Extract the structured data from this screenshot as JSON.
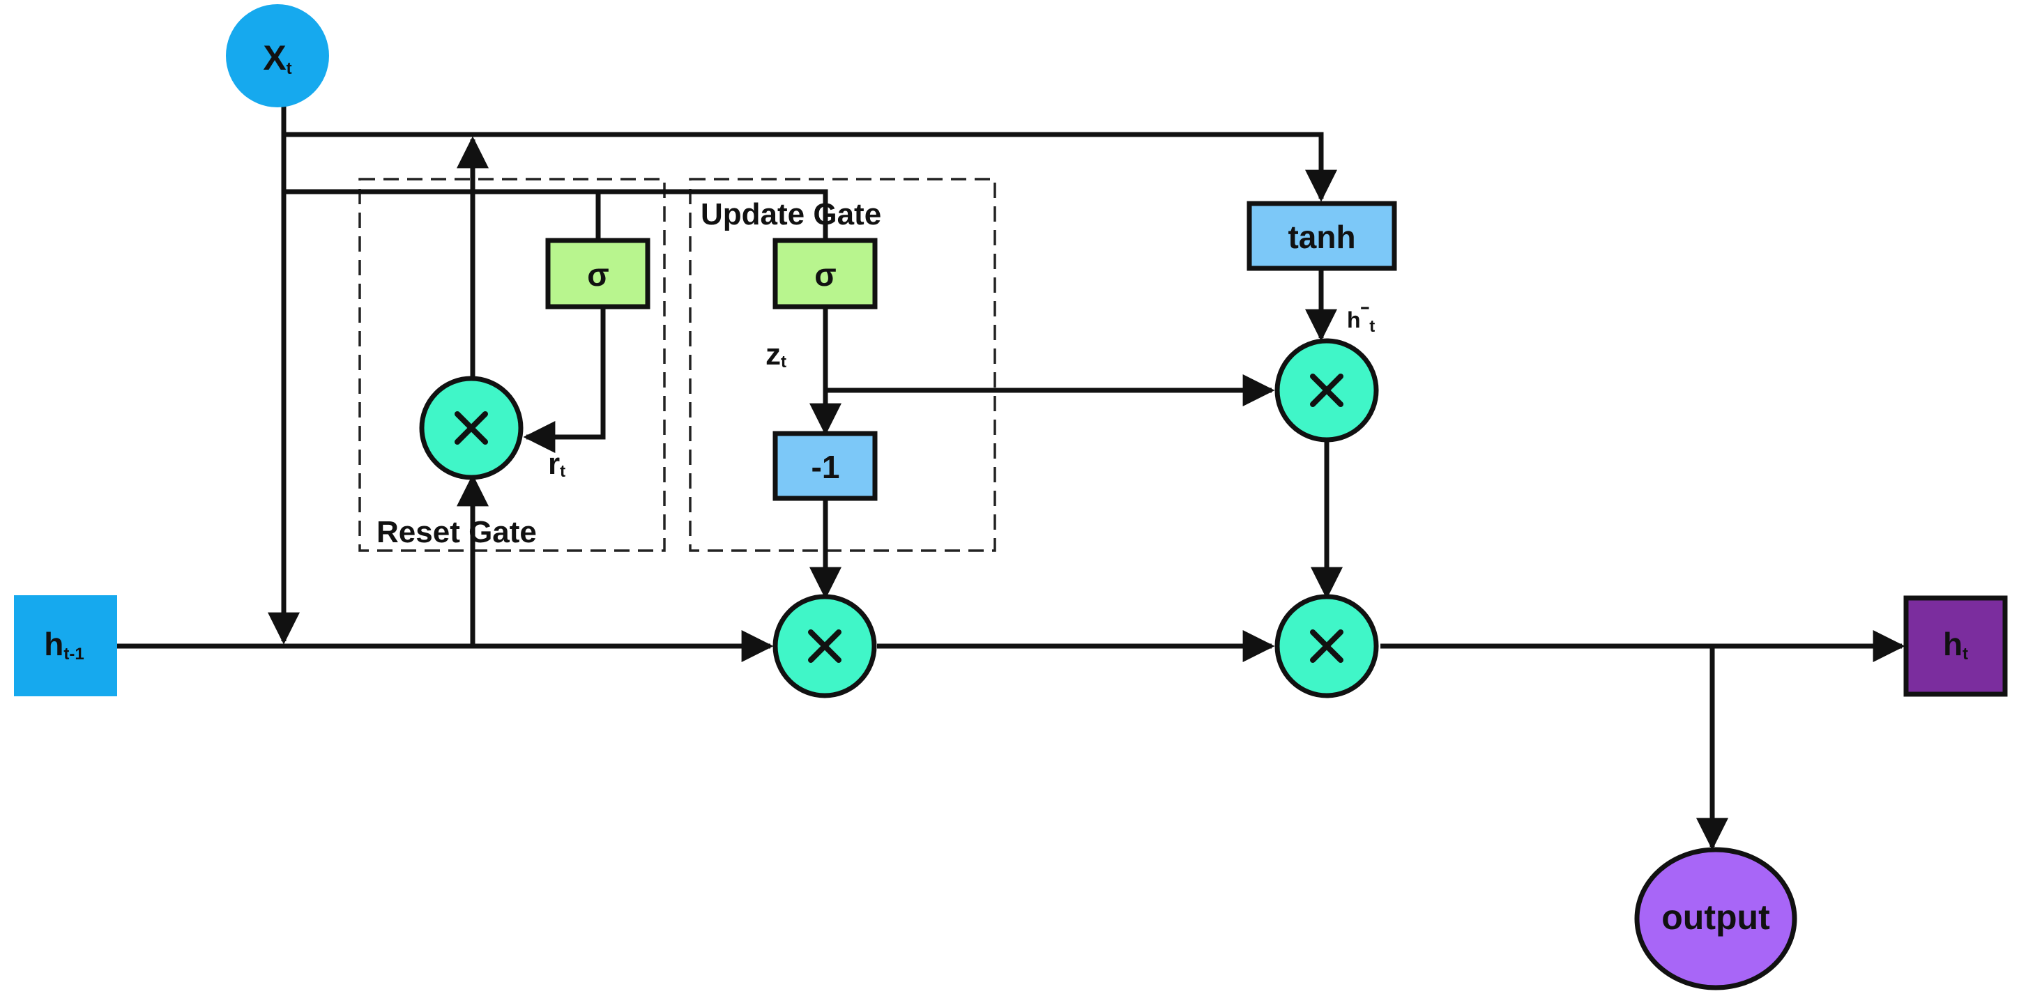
{
  "diagram": {
    "gates": {
      "reset_label": "Reset Gate",
      "update_label": "Update Gate"
    },
    "nodes": {
      "x_input": {
        "base": "X",
        "sub": "t",
        "color": "#16a9ee"
      },
      "h_prev": {
        "base": "h",
        "sub": "t-1",
        "color": "#16a9ee"
      },
      "h_out": {
        "base": "h",
        "sub": "t",
        "color": "#7b2d9e"
      },
      "output": {
        "label": "output",
        "color": "#a866f7"
      },
      "sigma_reset": {
        "label": "σ",
        "color": "#b8f58e"
      },
      "sigma_update": {
        "label": "σ",
        "color": "#b8f58e"
      },
      "tanh": {
        "label": "tanh",
        "color": "#7cc8f8"
      },
      "minus_one": {
        "label": "-1",
        "color": "#7cc8f8"
      },
      "multiply_color": "#40f6c8",
      "multiply_icon": "multiply-icon"
    },
    "signals": {
      "r": {
        "base": "r",
        "sub": "t"
      },
      "z": {
        "base": "z",
        "sub": "t"
      },
      "h_tilde": {
        "base": "h",
        "mark": "ˉ",
        "sub": "t"
      }
    }
  }
}
